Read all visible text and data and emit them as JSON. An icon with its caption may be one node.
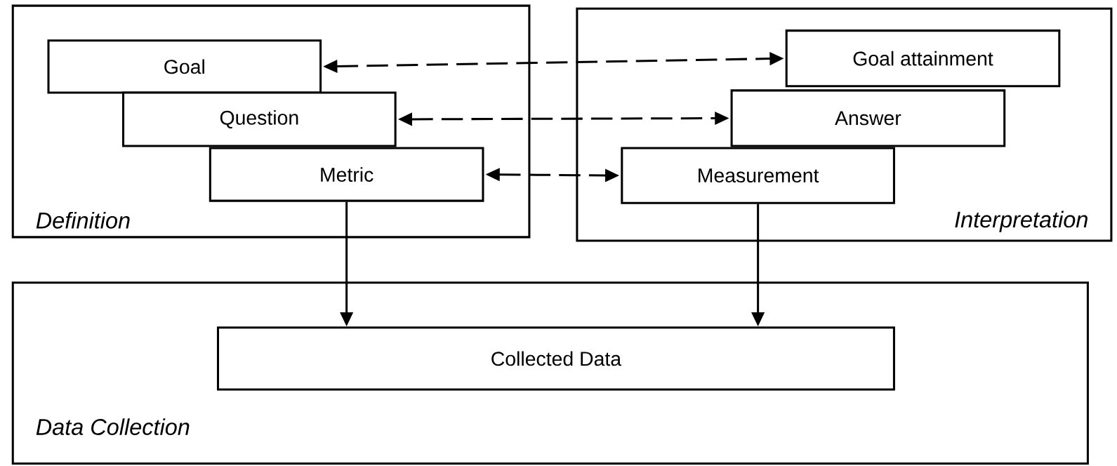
{
  "diagram": {
    "nodes": [
      {
        "text": [
          "Definition"
        ]
      },
      {
        "text": [
          "Goal"
        ],
        "in": 0
      },
      {
        "text": [
          "Question"
        ],
        "in": 0
      },
      {
        "text": [
          "Metric"
        ],
        "in": 0
      },
      {
        "text": [
          "Interpretation"
        ]
      },
      {
        "text": [
          "Goal attainment"
        ],
        "in": 4
      },
      {
        "text": [
          "Answer"
        ],
        "in": 4
      },
      {
        "text": [
          "Measurement"
        ],
        "in": 4
      },
      {
        "text": [
          "Data Collection"
        ]
      },
      {
        "text": [
          "Collected Data"
        ],
        "in": 8
      }
    ],
    "edges": [
      {
        "from": 1,
        "to": 5,
        "arrow": "both",
        "style": "dashed"
      },
      {
        "from": 2,
        "to": 6,
        "arrow": "both",
        "style": "dashed"
      },
      {
        "from": 3,
        "to": 7,
        "arrow": "both",
        "style": "dashed"
      },
      {
        "from": 3,
        "to": 9,
        "arrow": "to"
      },
      {
        "from": 7,
        "to": 9,
        "arrow": "to"
      }
    ]
  }
}
